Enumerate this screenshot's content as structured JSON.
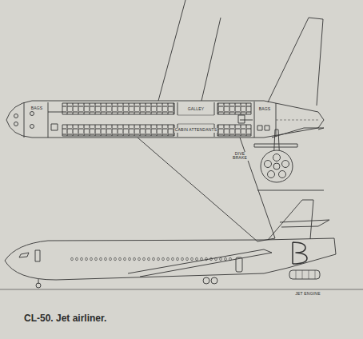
{
  "diagram": {
    "caption": "CL-50. Jet airliner.",
    "labels": [
      "BAGS",
      "GALLEY",
      "CABIN ATTENDANTS",
      "BAGS",
      "DIVE BRAKE",
      "JET ENGINE"
    ]
  }
}
